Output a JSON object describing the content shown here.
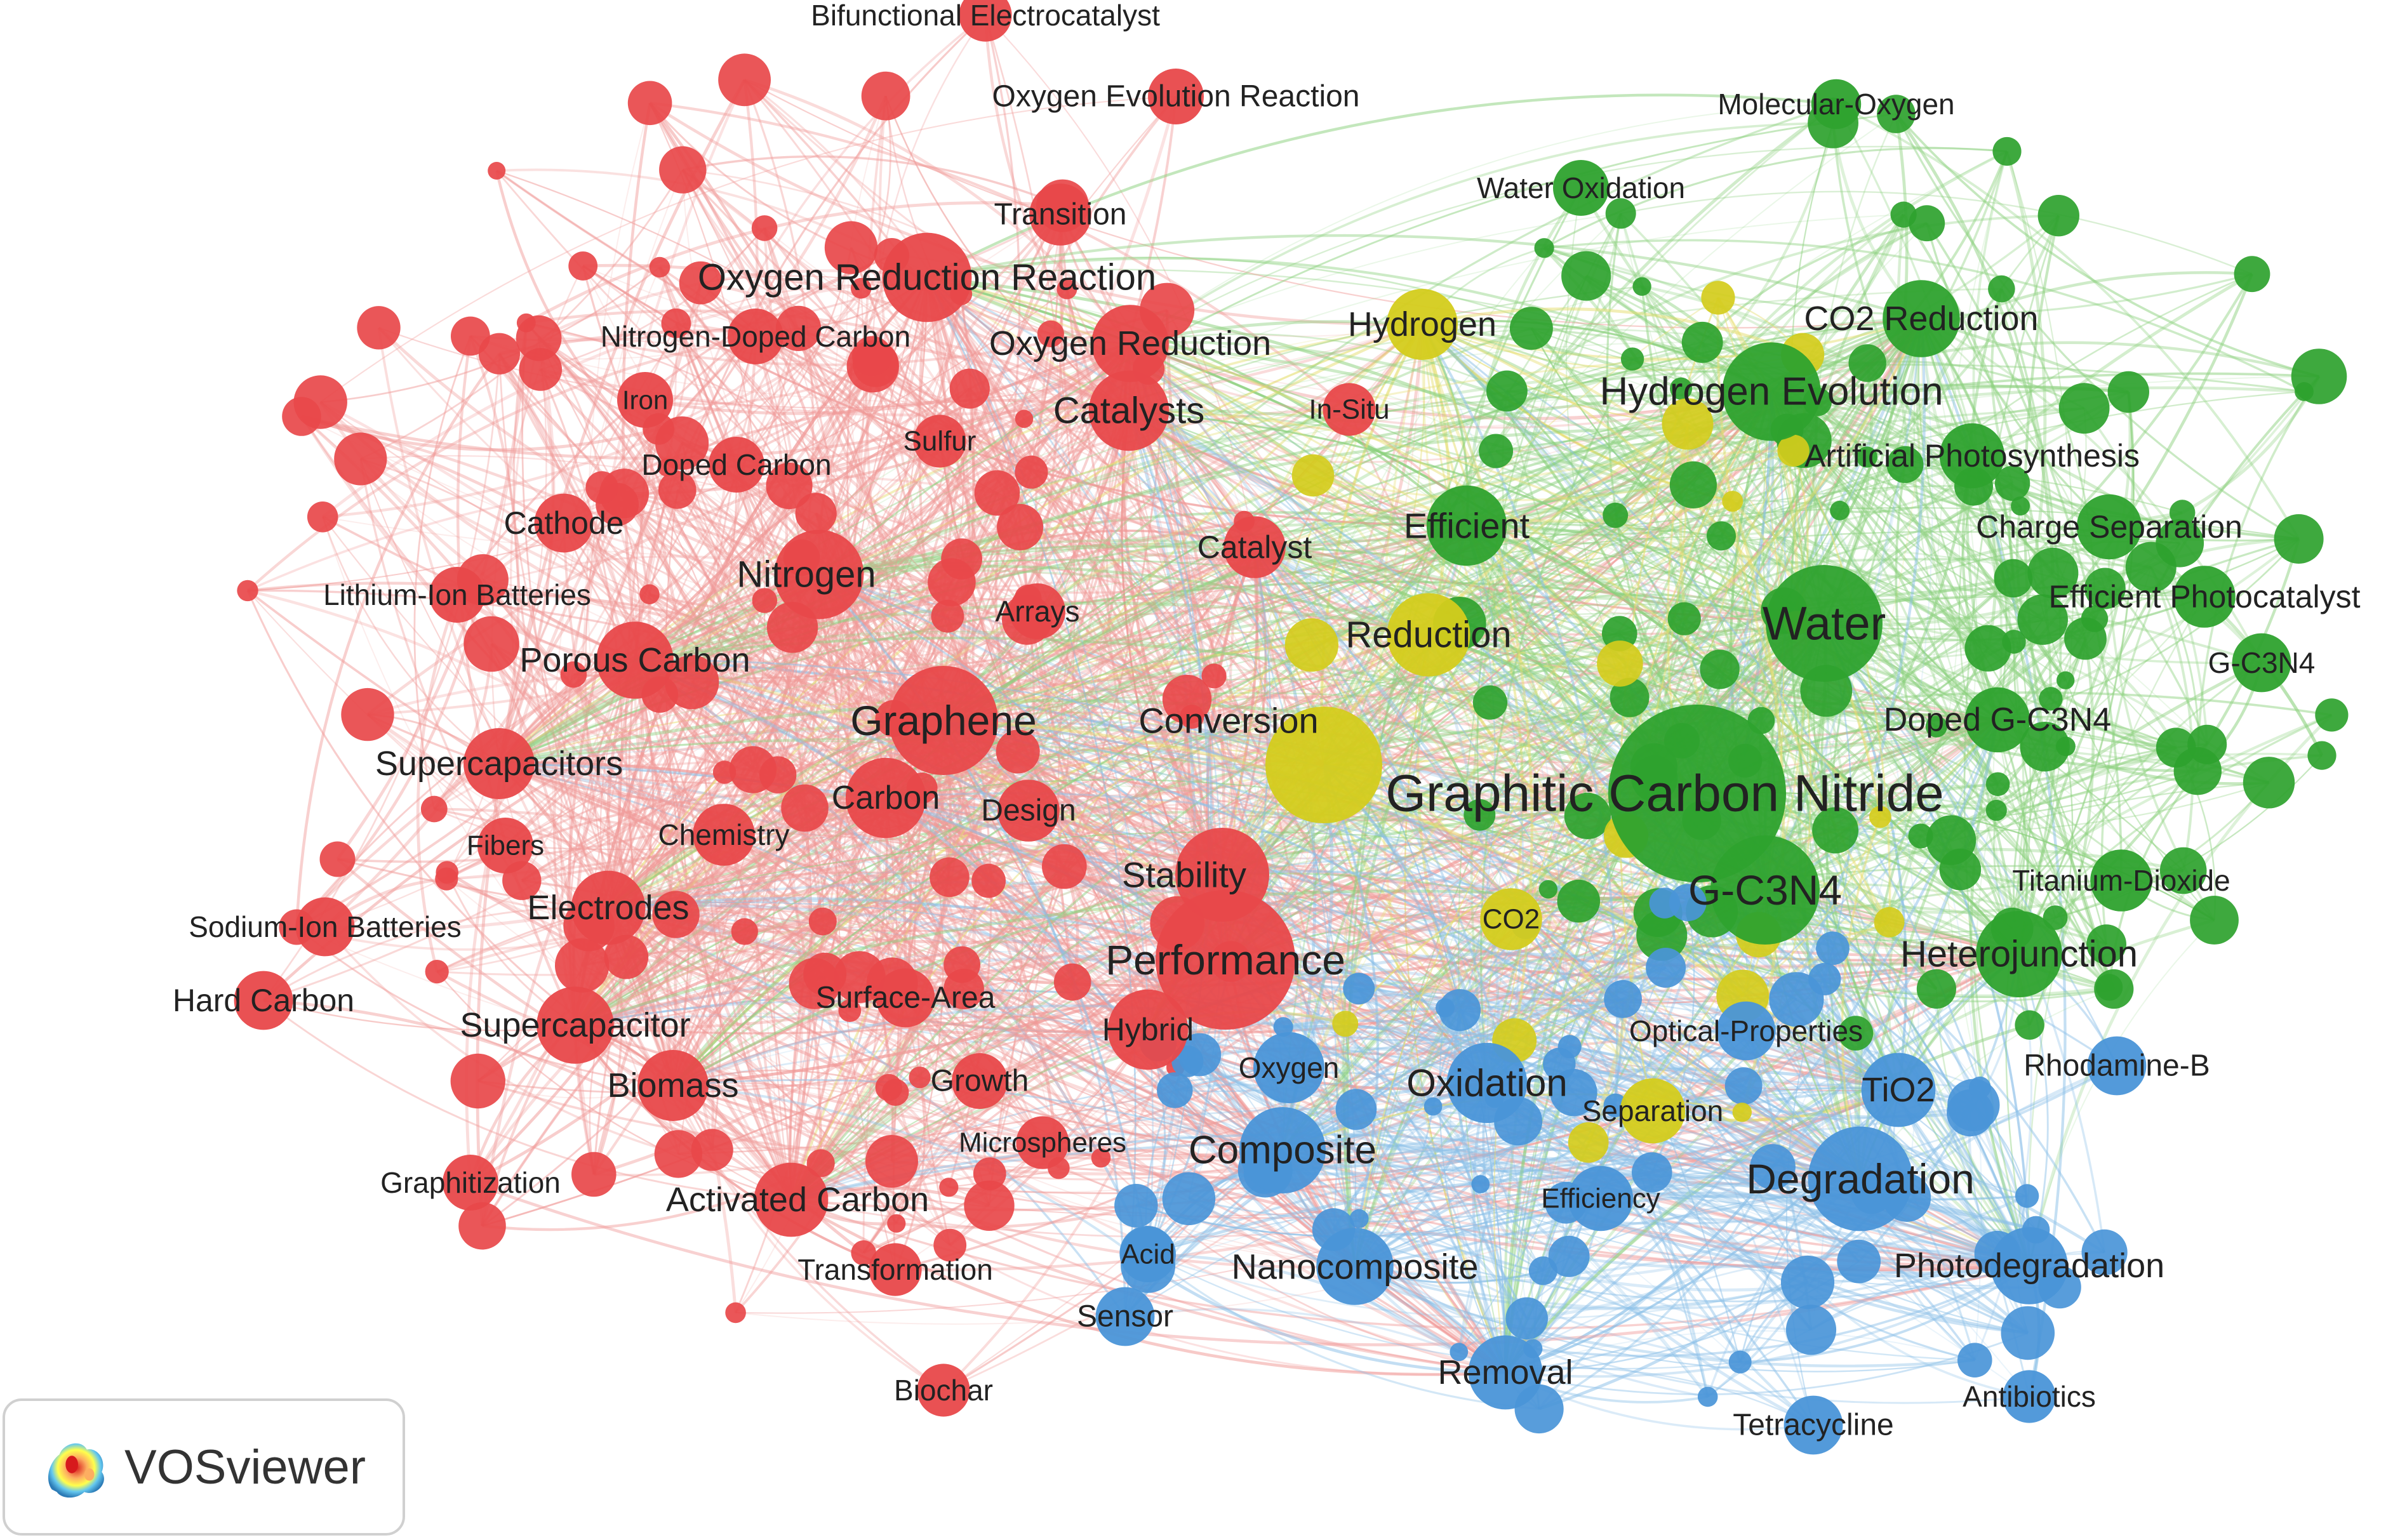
{
  "clusters": {
    "red": "#e8484a",
    "green": "#2ea22e",
    "blue": "#4a95d8",
    "yellow": "#d4cc1c"
  },
  "edge_colors": {
    "red": "#f09a98",
    "green": "#8dd17f",
    "blue": "#8cc0e8",
    "yellow": "#e6de70"
  },
  "nodes": [
    {
      "label": "Graphitic Carbon Nitride",
      "c": "green",
      "s": 1.0,
      "v": 1
    },
    {
      "label": "Performance",
      "c": "red",
      "s": 0.75,
      "v": 1
    },
    {
      "label": "Water",
      "c": "green",
      "s": 0.6,
      "v": 1
    },
    {
      "label": "G-C3N4",
      "c": "green",
      "s": 0.55,
      "v": 1
    },
    {
      "label": "Graphene",
      "c": "red",
      "s": 0.55,
      "v": 1
    },
    {
      "label": "Degradation",
      "c": "blue",
      "s": 0.52,
      "v": 1
    },
    {
      "label": "Hydrogen Evolution",
      "c": "green",
      "s": 0.48,
      "v": 1
    },
    {
      "label": "Stability",
      "c": "red",
      "s": 0.45,
      "v": 1
    },
    {
      "label": "Nitrogen",
      "c": "red",
      "s": 0.42,
      "v": 1
    },
    {
      "label": "Oxygen Reduction Reaction",
      "c": "red",
      "s": 0.42,
      "v": 1
    },
    {
      "label": "Composite",
      "c": "blue",
      "s": 0.4,
      "v": 1
    },
    {
      "label": "Heterojunction",
      "c": "green",
      "s": 0.4,
      "v": 1
    },
    {
      "label": "Oxidation",
      "c": "blue",
      "s": 0.36,
      "v": 1
    },
    {
      "label": "Catalysts",
      "c": "red",
      "s": 0.36,
      "v": 1
    },
    {
      "label": "Conversion",
      "c": "yellow",
      "s": 0.6,
      "v": 1
    },
    {
      "label": "Reduction",
      "c": "yellow",
      "s": 0.38,
      "v": 1
    },
    {
      "label": "Efficient",
      "c": "green",
      "s": 0.36,
      "v": 1
    },
    {
      "label": "CO2 Reduction",
      "c": "green",
      "s": 0.34,
      "v": 1
    },
    {
      "label": "Porous Carbon",
      "c": "red",
      "s": 0.34,
      "v": 1
    },
    {
      "label": "Supercapacitors",
      "c": "red",
      "s": 0.3,
      "v": 1
    },
    {
      "label": "Supercapacitor",
      "c": "red",
      "s": 0.34,
      "v": 1
    },
    {
      "label": "Electrodes",
      "c": "red",
      "s": 0.32,
      "v": 1
    },
    {
      "label": "Biomass",
      "c": "red",
      "s": 0.3,
      "v": 1
    },
    {
      "label": "Activated Carbon",
      "c": "red",
      "s": 0.32,
      "v": 1
    },
    {
      "label": "Carbon",
      "c": "red",
      "s": 0.36,
      "v": 1
    },
    {
      "label": "Hybrid",
      "c": "red",
      "s": 0.36,
      "v": 1
    },
    {
      "label": "Oxygen Reduction",
      "c": "red",
      "s": 0.34,
      "v": 1
    },
    {
      "label": "Catalyst",
      "c": "red",
      "s": 0.24,
      "v": 1
    },
    {
      "label": "Nanocomposite",
      "c": "blue",
      "s": 0.34,
      "v": 1
    },
    {
      "label": "Photodegradation",
      "c": "blue",
      "s": 0.34,
      "v": 1
    },
    {
      "label": "Removal",
      "c": "blue",
      "s": 0.32,
      "v": 1
    },
    {
      "label": "TiO2",
      "c": "blue",
      "s": 0.32,
      "v": 1
    },
    {
      "label": "Hydrogen",
      "c": "yellow",
      "s": 0.3,
      "v": 1
    },
    {
      "label": "Doped G-C3N4",
      "c": "green",
      "s": 0.26,
      "v": 1
    },
    {
      "label": "Artificial Photosynthesis",
      "c": "green",
      "s": 0.26,
      "v": 1
    },
    {
      "label": "Charge Separation",
      "c": "green",
      "s": 0.26,
      "v": 1
    },
    {
      "label": "Efficient Photocatalyst",
      "c": "green",
      "s": 0.24,
      "v": 1
    },
    {
      "label": "Titanium-Dioxide",
      "c": "green",
      "s": 0.24,
      "v": 1
    },
    {
      "label": "Rhodamine-B",
      "c": "blue",
      "s": 0.22,
      "v": 1
    },
    {
      "label": "Optical-Properties",
      "c": "blue",
      "s": 0.22,
      "v": 1
    },
    {
      "label": "Separation",
      "c": "yellow",
      "s": 0.26,
      "v": 1
    },
    {
      "label": "Efficiency",
      "c": "blue",
      "s": 0.26,
      "v": 1
    },
    {
      "label": "CO2",
      "c": "yellow",
      "s": 0.24,
      "v": 1
    },
    {
      "label": "Oxygen",
      "c": "blue",
      "s": 0.3,
      "v": 1
    },
    {
      "label": "Design",
      "c": "red",
      "s": 0.24,
      "v": 1
    },
    {
      "label": "Chemistry",
      "c": "red",
      "s": 0.24,
      "v": 1
    },
    {
      "label": "Surface-Area",
      "c": "red",
      "s": 0.22,
      "v": 1
    },
    {
      "label": "Growth",
      "c": "red",
      "s": 0.2,
      "v": 1
    },
    {
      "label": "Microspheres",
      "c": "red",
      "s": 0.18,
      "v": 1
    },
    {
      "label": "Arrays",
      "c": "red",
      "s": 0.2,
      "v": 1
    },
    {
      "label": "Nitrogen-Doped Carbon",
      "c": "red",
      "s": 0.2,
      "v": 1
    },
    {
      "label": "Doped Carbon",
      "c": "red",
      "s": 0.2,
      "v": 1
    },
    {
      "label": "Iron",
      "c": "red",
      "s": 0.2,
      "v": 1
    },
    {
      "label": "Sulfur",
      "c": "red",
      "s": 0.18,
      "v": 1
    },
    {
      "label": "Cathode",
      "c": "red",
      "s": 0.22,
      "v": 1
    },
    {
      "label": "Lithium-Ion Batteries",
      "c": "red",
      "s": 0.2,
      "v": 1
    },
    {
      "label": "Fibers",
      "c": "red",
      "s": 0.2,
      "v": 1
    },
    {
      "label": "Sodium-Ion Batteries",
      "c": "red",
      "s": 0.22,
      "v": 1
    },
    {
      "label": "Hard Carbon",
      "c": "red",
      "s": 0.22,
      "v": 1
    },
    {
      "label": "Graphitization",
      "c": "red",
      "s": 0.2,
      "v": 1
    },
    {
      "label": "Transformation",
      "c": "red",
      "s": 0.18,
      "v": 1
    },
    {
      "label": "Biochar",
      "c": "red",
      "s": 0.18,
      "v": 1
    },
    {
      "label": "Transition",
      "c": "red",
      "s": 0.24,
      "v": 1
    },
    {
      "label": "Oxygen Evolution Reaction",
      "c": "red",
      "s": 0.2,
      "v": 1
    },
    {
      "label": "Bifunctional Electrocatalyst",
      "c": "red",
      "s": 0.18,
      "v": 1
    },
    {
      "label": "In-Situ",
      "c": "red",
      "s": 0.18,
      "v": 1
    },
    {
      "label": "Molecular-Oxygen",
      "c": "green",
      "s": 0.16,
      "v": 1
    },
    {
      "label": "Water Oxidation",
      "c": "green",
      "s": 0.2,
      "v": 1
    },
    {
      "label": "G-C3N4",
      "c": "green",
      "s": 0.22,
      "v": 1
    },
    {
      "label": "Acid",
      "c": "blue",
      "s": 0.2,
      "v": 1
    },
    {
      "label": "Sensor",
      "c": "blue",
      "s": 0.22,
      "v": 1
    },
    {
      "label": "Tetracycline",
      "c": "blue",
      "s": 0.22,
      "v": 1
    },
    {
      "label": "Antibiotics",
      "c": "blue",
      "s": 0.18,
      "v": 1
    }
  ],
  "watermark": {
    "text": "VOSviewer",
    "icon": "vosviewer-logo-icon"
  }
}
